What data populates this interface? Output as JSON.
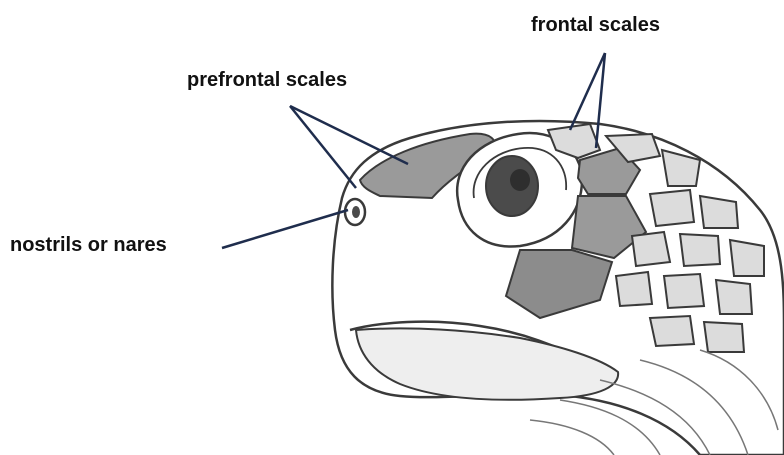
{
  "labels": {
    "frontal": "frontal scales",
    "prefrontal": "prefrontal scales",
    "nostrils": "nostrils or nares"
  },
  "colors": {
    "outline": "#3a3a3a",
    "scale_fill": "#9a9a9a",
    "scale_fill_dark": "#8c8c8c",
    "light_scale_fill": "#dcdcdc",
    "skin_fill": "#ffffff",
    "eye_iris": "#4b4b4b",
    "pointer": "#1f2d4d"
  }
}
